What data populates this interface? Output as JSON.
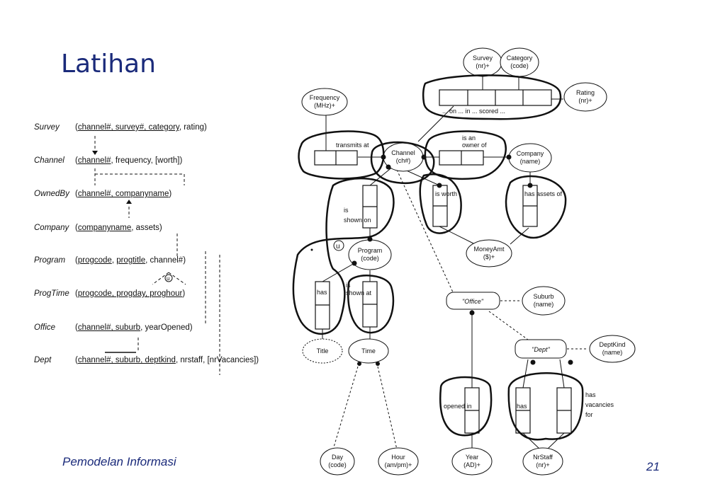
{
  "title": "Latihan",
  "footer": {
    "left": "Pemodelan Informasi",
    "page": "21"
  },
  "schema": [
    {
      "rel": "Survey",
      "parts": [
        {
          "t": "(",
          "u": false
        },
        {
          "t": "channel#, survey#, category",
          "u": true
        },
        {
          "t": ", rating)",
          "u": false
        }
      ]
    },
    {
      "rel": "Channel",
      "parts": [
        {
          "t": "(",
          "u": false
        },
        {
          "t": "channel#",
          "u": true
        },
        {
          "t": ", frequency, [worth])",
          "u": false
        }
      ]
    },
    {
      "rel": "OwnedBy",
      "parts": [
        {
          "t": "(",
          "u": false
        },
        {
          "t": "channel#, companyname",
          "u": true
        },
        {
          "t": ")",
          "u": false
        }
      ]
    },
    {
      "rel": "Company",
      "parts": [
        {
          "t": "(",
          "u": false
        },
        {
          "t": "companyname",
          "u": true
        },
        {
          "t": ", assets)",
          "u": false
        }
      ]
    },
    {
      "rel": "Program",
      "parts": [
        {
          "t": "(",
          "u": false
        },
        {
          "t": "progcode",
          "u": true
        },
        {
          "t": ", ",
          "u": false
        },
        {
          "t": "progtitle",
          "u": true
        },
        {
          "t": ", channel#)",
          "u": false
        }
      ]
    },
    {
      "rel": "ProgTime",
      "parts": [
        {
          "t": "(",
          "u": false
        },
        {
          "t": "progcode, progday, proghour",
          "u": true
        },
        {
          "t": ")",
          "u": false
        }
      ]
    },
    {
      "rel": "Office",
      "parts": [
        {
          "t": "(",
          "u": false
        },
        {
          "t": "channel#, suburb",
          "u": true
        },
        {
          "t": ", yearOpened)",
          "u": false
        }
      ]
    },
    {
      "rel": "Dept",
      "parts": [
        {
          "t": "(",
          "u": false
        },
        {
          "t": "channel#, suburb, deptkind",
          "u": true
        },
        {
          "t": ", nrstaff, [nrVacancies])",
          "u": false
        }
      ]
    }
  ],
  "diagram": {
    "entities": {
      "survey": [
        "Survey",
        "(nr)+"
      ],
      "category": [
        "Category",
        "(code)"
      ],
      "rating": [
        "Rating",
        "(nr)+"
      ],
      "frequency": [
        "Frequency",
        "(MHz)+"
      ],
      "channel": [
        "Channel",
        "(ch#)"
      ],
      "company": [
        "Company",
        "(name)"
      ],
      "moneyamt": [
        "MoneyAmt",
        "($)+"
      ],
      "program": [
        "Program",
        "(code)"
      ],
      "title": [
        "Title"
      ],
      "time": [
        "Time"
      ],
      "day": [
        "Day",
        "(code)"
      ],
      "hour": [
        "Hour",
        "(am/pm)+"
      ],
      "office": [
        "\"Office\""
      ],
      "suburb": [
        "Suburb",
        "(name)"
      ],
      "dept": [
        "\"Dept\""
      ],
      "deptkind": [
        "DeptKind",
        "(name)"
      ],
      "year": [
        "Year",
        "(AD)+"
      ],
      "nrstaff": [
        "NrStaff",
        "(nr)+"
      ]
    },
    "facts": {
      "scored": "... on ... in ... scored ...",
      "transmits": "transmits at",
      "owner1": "is an",
      "owner2": "owner of",
      "worth": "is worth",
      "assets": "has assets of",
      "shown_on1": "is",
      "shown_on2": "shown on",
      "has_title": "has",
      "shown_at1": "is",
      "shown_at2": "shown at",
      "opened_in": "opened in",
      "has_staff": "has",
      "vac1": "has",
      "vac2": "vacancies",
      "vac3": "for",
      "u1": "u",
      "u2": "u"
    }
  }
}
